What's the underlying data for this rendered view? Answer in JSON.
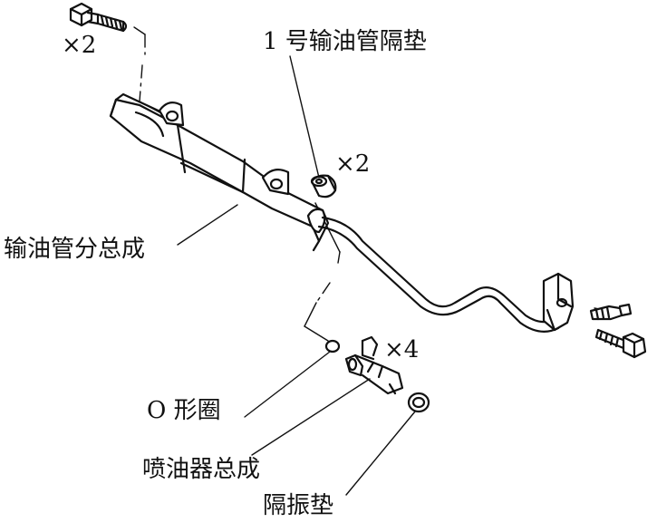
{
  "labels": {
    "qty_bolt_top": "×2",
    "spacer_no1": "1 号输油管隔垫",
    "qty_spacer": "×2",
    "fuel_rail_assembly": "输油管分总成",
    "qty_injector": "×4",
    "o_ring": "O 形圈",
    "injector_assembly": "喷油器总成",
    "insulator": "隔振垫"
  },
  "colors": {
    "line": "#111111",
    "background": "#ffffff"
  }
}
